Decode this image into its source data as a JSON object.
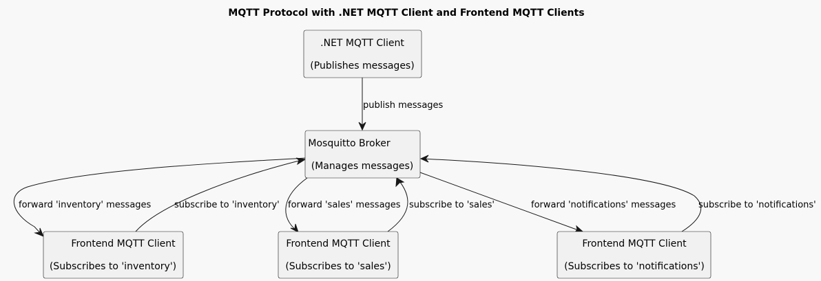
{
  "diagram": {
    "title": "MQTT Protocol with .NET MQTT Client and Frontend MQTT Clients",
    "nodes": {
      "dotnet": {
        "name": ".NET MQTT Client",
        "role": "(Publishes messages)"
      },
      "broker": {
        "name": "Mosquitto Broker",
        "role": "(Manages messages)"
      },
      "inventory": {
        "name": "Frontend MQTT Client",
        "role": "(Subscribes to 'inventory')"
      },
      "sales": {
        "name": "Frontend MQTT Client",
        "role": "(Subscribes to 'sales')"
      },
      "notifications": {
        "name": "Frontend MQTT Client",
        "role": "(Subscribes to 'notifications')"
      }
    },
    "edges": {
      "publish": "publish messages",
      "forward_inventory": "forward 'inventory' messages",
      "subscribe_inventory": "subscribe to 'inventory'",
      "forward_sales": "forward 'sales' messages",
      "subscribe_sales": "subscribe to 'sales'",
      "forward_notifications": "forward 'notifications' messages",
      "subscribe_notifications": "subscribe to 'notifications'"
    }
  }
}
